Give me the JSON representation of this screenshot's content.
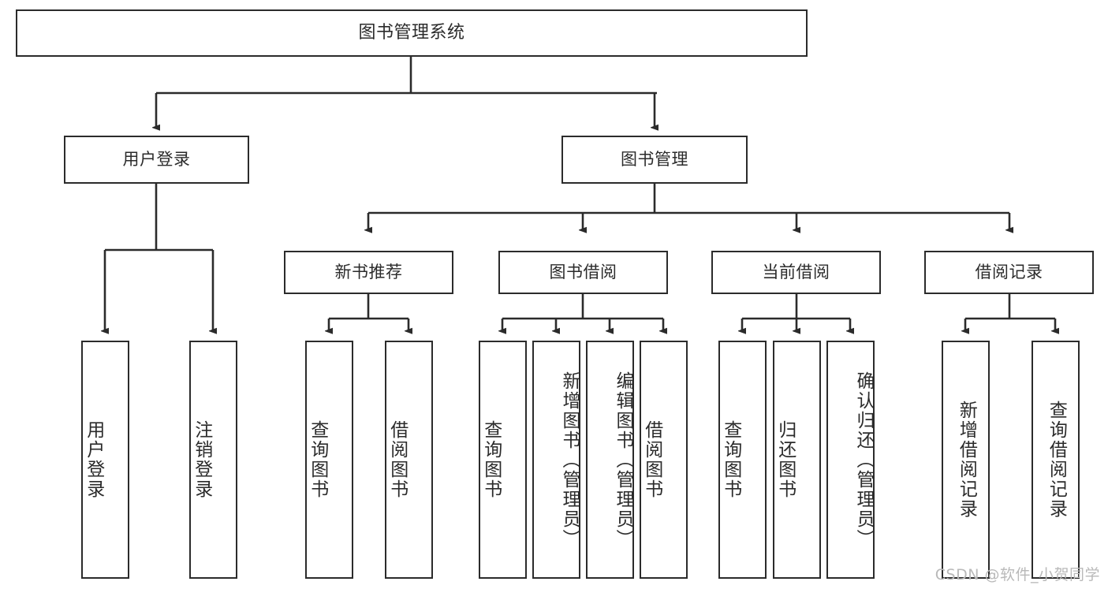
{
  "diagram": {
    "title": "图书管理系统",
    "type": "tree",
    "colors": {
      "box_border": "#2b2b2b",
      "box_fill": "#ffffff",
      "edge": "#2b2b2b",
      "text": "#2b2b2b",
      "watermark": "#b9b9b9",
      "background": "#ffffff"
    },
    "root": {
      "label": "图书管理系统"
    },
    "level2": [
      {
        "label": "用户登录"
      },
      {
        "label": "图书管理"
      }
    ],
    "level3": [
      {
        "label": "新书推荐"
      },
      {
        "label": "图书借阅"
      },
      {
        "label": "当前借阅"
      },
      {
        "label": "借阅记录"
      }
    ],
    "leaves": {
      "user_login": [
        {
          "label": "用户登录"
        },
        {
          "label": "注销登录"
        }
      ],
      "new_book": [
        {
          "label": "查询图书"
        },
        {
          "label": "借阅图书"
        }
      ],
      "book_borrow": [
        {
          "label": "查询图书"
        },
        {
          "label": "新增图书（管理员）"
        },
        {
          "label": "编辑图书（管理员）"
        },
        {
          "label": "借阅图书"
        }
      ],
      "current_borrow": [
        {
          "label": "查询图书"
        },
        {
          "label": "归还图书"
        },
        {
          "label": "确认归还（管理员）"
        }
      ],
      "borrow_record": [
        {
          "label": "新增借阅记录"
        },
        {
          "label": "查询借阅记录"
        }
      ]
    },
    "watermark": "CSDN @软件_小贺同学"
  }
}
